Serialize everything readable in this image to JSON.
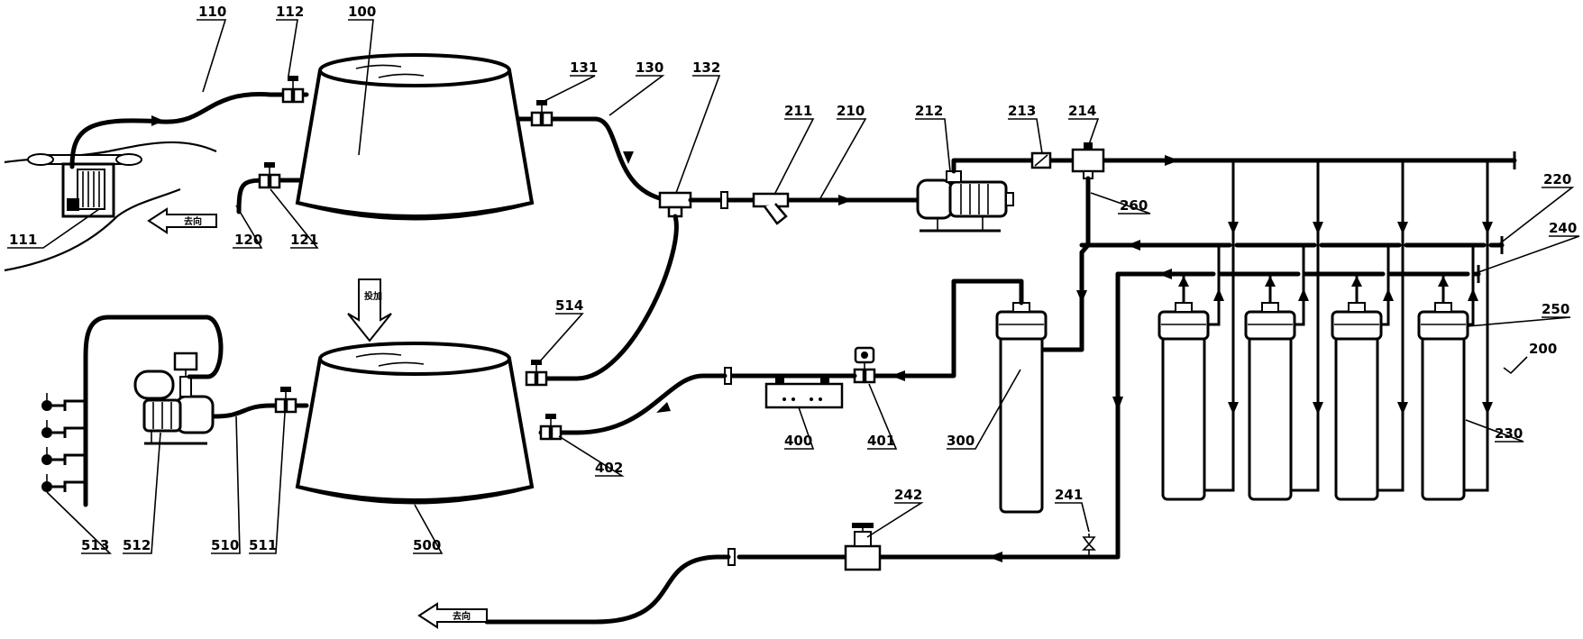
{
  "labels": {
    "l100": "100",
    "l110": "110",
    "l111": "111",
    "l112": "112",
    "l120": "120",
    "l121": "121",
    "l130": "130",
    "l131": "131",
    "l132": "132",
    "l200": "200",
    "l210": "210",
    "l211": "211",
    "l212": "212",
    "l213": "213",
    "l214": "214",
    "l220": "220",
    "l230": "230",
    "l240": "240",
    "l241": "241",
    "l242": "242",
    "l250": "250",
    "l260": "260",
    "l300": "300",
    "l400": "400",
    "l401": "401",
    "l402": "402",
    "l500": "500",
    "l510": "510",
    "l511": "511",
    "l512": "512",
    "l513": "513",
    "l514": "514"
  },
  "small_text": {
    "outlet_top": "去向",
    "outlet_bottom": "去向",
    "feed_arrow": "投加"
  }
}
